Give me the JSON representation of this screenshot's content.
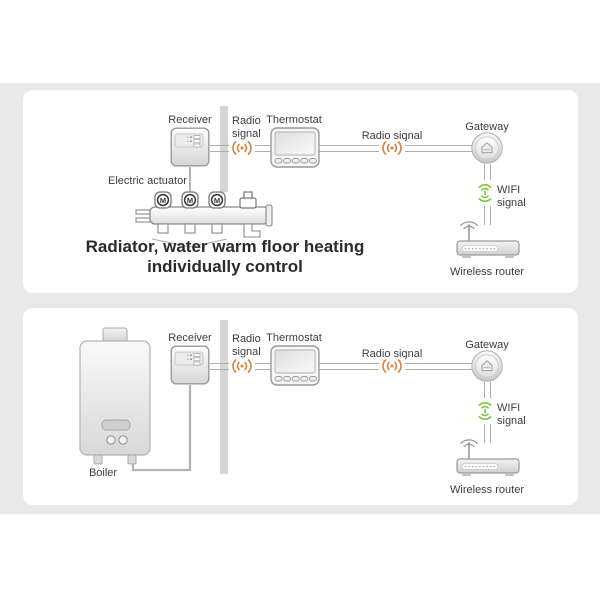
{
  "colors": {
    "radio_orange": "#d9813d",
    "wifi_green": "#7cc63f",
    "line_gray": "#adadad",
    "wall_gray": "#d5d5d5"
  },
  "top_panel": {
    "receiver_label": "Receiver",
    "radio_signal_left": "Radio signal",
    "thermostat_label": "Thermostat",
    "radio_signal_right": "Radio signal",
    "gateway_label": "Gateway",
    "wifi_label": "WIFI signal",
    "router_label": "Wireless router",
    "electric_actuator_label": "Electric actuator",
    "actuator_letter": "M",
    "caption_line1": "Radiator, water warm floor heating",
    "caption_line2": "individually control"
  },
  "bottom_panel": {
    "receiver_label": "Receiver",
    "radio_signal_left": "Radio signal",
    "thermostat_label": "Thermostat",
    "radio_signal_right": "Radio signal",
    "gateway_label": "Gateway",
    "wifi_label": "WIFI signal",
    "router_label": "Wireless router",
    "boiler_label": "Boiler"
  }
}
